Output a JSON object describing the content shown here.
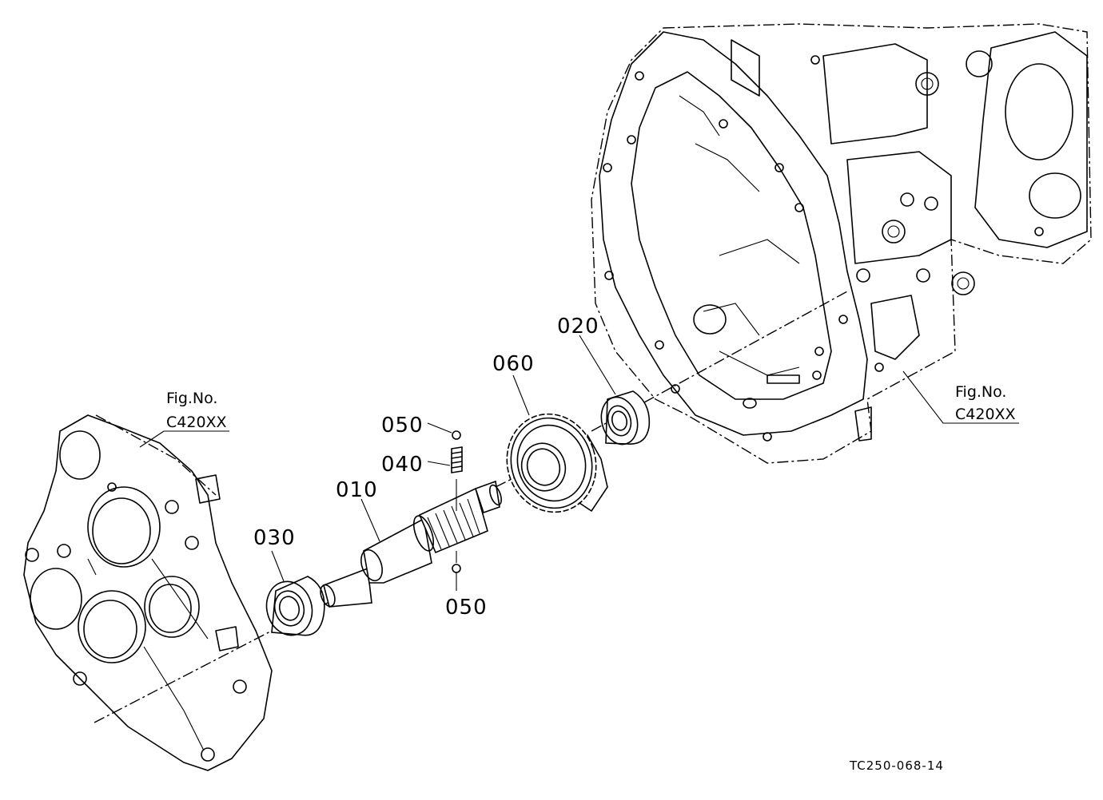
{
  "parts": [
    {
      "id": "p010",
      "label": "010"
    },
    {
      "id": "p020",
      "label": "020"
    },
    {
      "id": "p030",
      "label": "030"
    },
    {
      "id": "p040",
      "label": "040"
    },
    {
      "id": "p050a",
      "label": "050"
    },
    {
      "id": "p050b",
      "label": "050"
    },
    {
      "id": "p060",
      "label": "060"
    }
  ],
  "fig_refs": {
    "left": {
      "line1": "Fig.No.",
      "line2": "C420XX"
    },
    "right": {
      "line1": "Fig.No.",
      "line2": "C420XX"
    }
  },
  "drawing_code": "TC250-068-14"
}
